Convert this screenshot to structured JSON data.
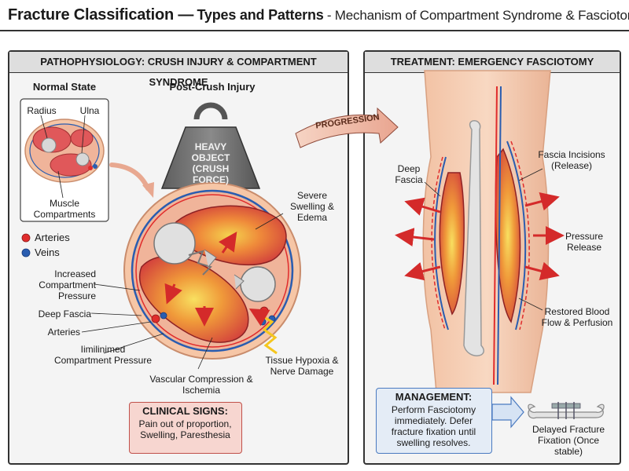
{
  "title": {
    "part1": "Fracture Classification —",
    "part2": "Types and Patterns",
    "part3": "- Mechanism of Compartment Syndrome & Fasciotomy"
  },
  "left_panel": {
    "header": "PATHOPHYSIOLOGY: CRUSH INJURY & COMPARTMENT SYNDROME",
    "normal_state": "Normal State",
    "post_crush": "Post-Crush Injury",
    "radius": "Radius",
    "ulna": "Ulna",
    "muscle_compartments": "Muscle Compartments",
    "weight_text": "HEAVY OBJECT (CRUSH FORCE)",
    "legend_arteries": "Arteries",
    "legend_veins": "Veins",
    "severe_swelling": "Severe Swelling & Edema",
    "increased_pressure": "Increased Compartment Pressure",
    "deep_fascia": "Deep Fascia",
    "arteries": "Arteries",
    "unlimited_pressure": "Iimilinimed Compartment Pressure",
    "vascular": "Vascular Compression & Ischemia",
    "tissue_hypoxia": "Tissue Hypoxia & Nerve Damage",
    "clinical_title": "CLINICAL SIGNS:",
    "clinical_text": "Pain out of proportion, Swelling, Paresthesia"
  },
  "progression": "PROGRESSION",
  "right_panel": {
    "header": "TREATMENT: EMERGENCY FASCIOTOMY",
    "deep_fascia": "Deep Fascia",
    "fascia_incisions": "Fascia Incisions (Release)",
    "pressure_release": "Pressure Release",
    "restored": "Restored Blood Flow & Perfusion",
    "management_title": "MANAGEMENT:",
    "management_text": "Perform Fasciotomy immediately. Defer fracture fixation until swelling resolves.",
    "delayed": "Delayed Fracture Fixation (Once stable)"
  },
  "colors": {
    "muscle": "#d9484a",
    "artery": "#e02c2c",
    "vein": "#2a5db0",
    "skin": "#f6c6a6",
    "arrow": "#d42a2a",
    "yellow": "#f7d04a"
  }
}
